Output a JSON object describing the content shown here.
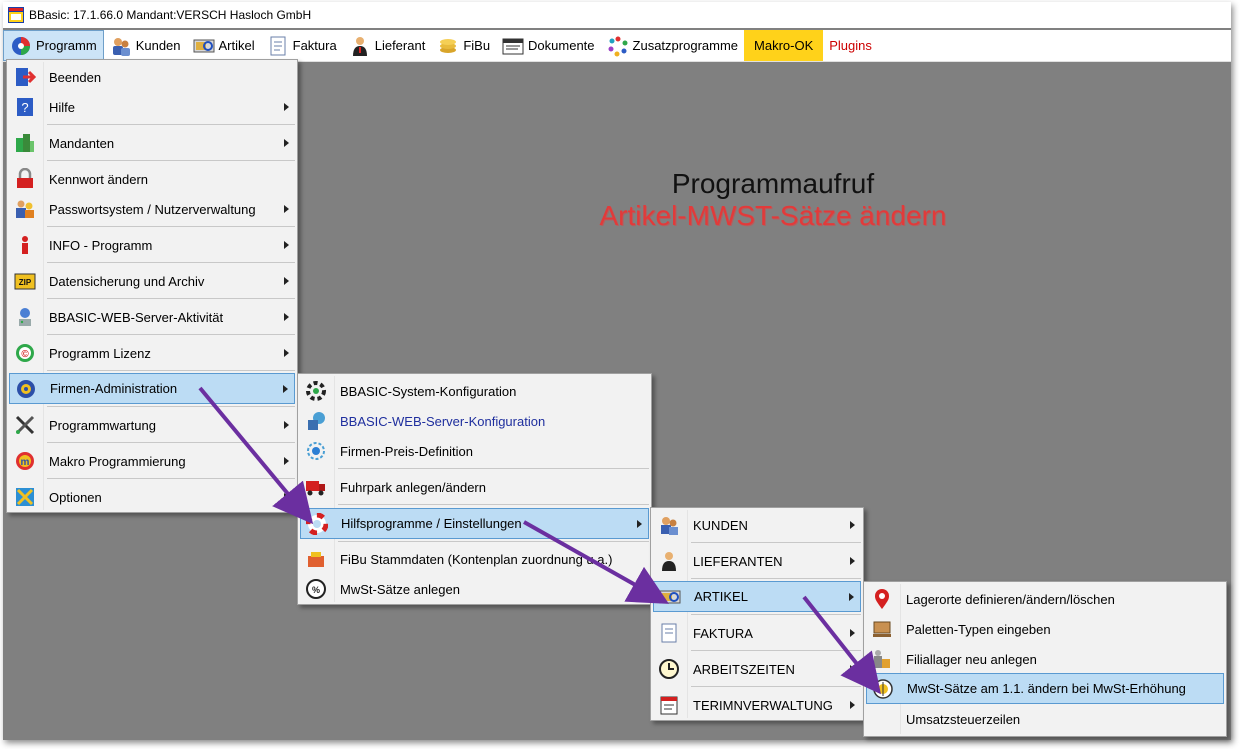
{
  "window": {
    "title": "BBasic: 17.1.66.0 Mandant:VERSCH Hasloch GmbH"
  },
  "menubar": [
    {
      "key": "programm",
      "label": "Programm",
      "icon": "programm-icon"
    },
    {
      "key": "kunden",
      "label": "Kunden",
      "icon": "kunden-icon"
    },
    {
      "key": "artikel",
      "label": "Artikel",
      "icon": "artikel-icon"
    },
    {
      "key": "faktura",
      "label": "Faktura",
      "icon": "faktura-icon"
    },
    {
      "key": "lieferant",
      "label": "Lieferant",
      "icon": "lieferant-icon"
    },
    {
      "key": "fibu",
      "label": "FiBu",
      "icon": "fibu-icon"
    },
    {
      "key": "dokumente",
      "label": "Dokumente",
      "icon": "dokumente-icon"
    },
    {
      "key": "zusatz",
      "label": "Zusatzprogramme",
      "icon": "zusatzprogramme-icon"
    },
    {
      "key": "makro",
      "label": "Makro-OK"
    },
    {
      "key": "plugins",
      "label": "Plugins"
    }
  ],
  "annotation": {
    "title": "Programmaufruf",
    "subtitle": "Artikel-MWST-Sätze ändern"
  },
  "colors": {
    "highlight": "#bcdcf4",
    "makro": "#ffd21a",
    "plugins": "#cc0000",
    "subtitle": "#e23a3a",
    "arrow": "#6b2fa0"
  },
  "programm_menu": [
    {
      "label": "Beenden",
      "icon": "exit-icon"
    },
    {
      "label": "Hilfe",
      "icon": "help-icon",
      "submenu": true
    },
    {
      "label": "Mandanten",
      "icon": "mandanten-icon",
      "submenu": true
    },
    {
      "label": "Kennwort ändern",
      "icon": "lock-icon"
    },
    {
      "label": "Passwortsystem / Nutzerverwaltung",
      "icon": "users-icon",
      "submenu": true
    },
    {
      "label": "INFO - Programm",
      "icon": "info-icon",
      "submenu": true
    },
    {
      "label": "Datensicherung und Archiv",
      "icon": "zip-icon",
      "submenu": true
    },
    {
      "label": "BBASIC-WEB-Server-Aktivität",
      "icon": "web-server-icon",
      "submenu": true
    },
    {
      "label": "Programm Lizenz",
      "icon": "license-icon",
      "submenu": true
    },
    {
      "label": "Firmen-Administration",
      "icon": "admin-icon",
      "submenu": true
    },
    {
      "label": "Programmwartung",
      "icon": "tools-icon",
      "submenu": true
    },
    {
      "label": "Makro Programmierung",
      "icon": "makro-icon",
      "submenu": true
    },
    {
      "label": "Optionen",
      "icon": "options-icon",
      "submenu": true
    }
  ],
  "firmen_menu": [
    {
      "label": "BBASIC-System-Konfiguration",
      "icon": "system-config-icon"
    },
    {
      "label": "BBASIC-WEB-Server-Konfiguration",
      "icon": "web-config-icon"
    },
    {
      "label": "Firmen-Preis-Definition",
      "icon": "price-icon"
    },
    {
      "label": "Fuhrpark anlegen/ändern",
      "icon": "truck-icon"
    },
    {
      "label": "Hilfsprogramme / Einstellungen",
      "icon": "lifebuoy-icon",
      "submenu": true
    },
    {
      "label": "FiBu Stammdaten (Kontenplan zuordnung u.a.)",
      "icon": "fibu-data-icon"
    },
    {
      "label": "MwSt-Sätze anlegen",
      "icon": "percent-icon"
    }
  ],
  "hilfs_menu": [
    {
      "label": "KUNDEN",
      "icon": "kunden-icon",
      "submenu": true
    },
    {
      "label": "LIEFERANTEN",
      "icon": "lieferant-icon",
      "submenu": true
    },
    {
      "label": "ARTIKEL",
      "icon": "artikel-icon",
      "submenu": true
    },
    {
      "label": "FAKTURA",
      "icon": "faktura-icon",
      "submenu": true
    },
    {
      "label": "ARBEITSZEITEN",
      "icon": "clock-icon",
      "submenu": true
    },
    {
      "label": "TERIMNVERWALTUNG",
      "icon": "calendar-icon",
      "submenu": true
    }
  ],
  "artikel_menu": [
    {
      "label": "Lagerorte definieren/ändern/löschen",
      "icon": "location-pin-icon"
    },
    {
      "label": "Paletten-Typen eingeben",
      "icon": "pallet-icon"
    },
    {
      "label": "Filiallager neu anlegen",
      "icon": "warehouse-icon"
    },
    {
      "label": "MwSt-Sätze am 1.1. ändern bei MwSt-Erhöhung",
      "icon": "tax-icon"
    },
    {
      "label": "Umsatzsteuerzeilen",
      "icon": ""
    }
  ]
}
